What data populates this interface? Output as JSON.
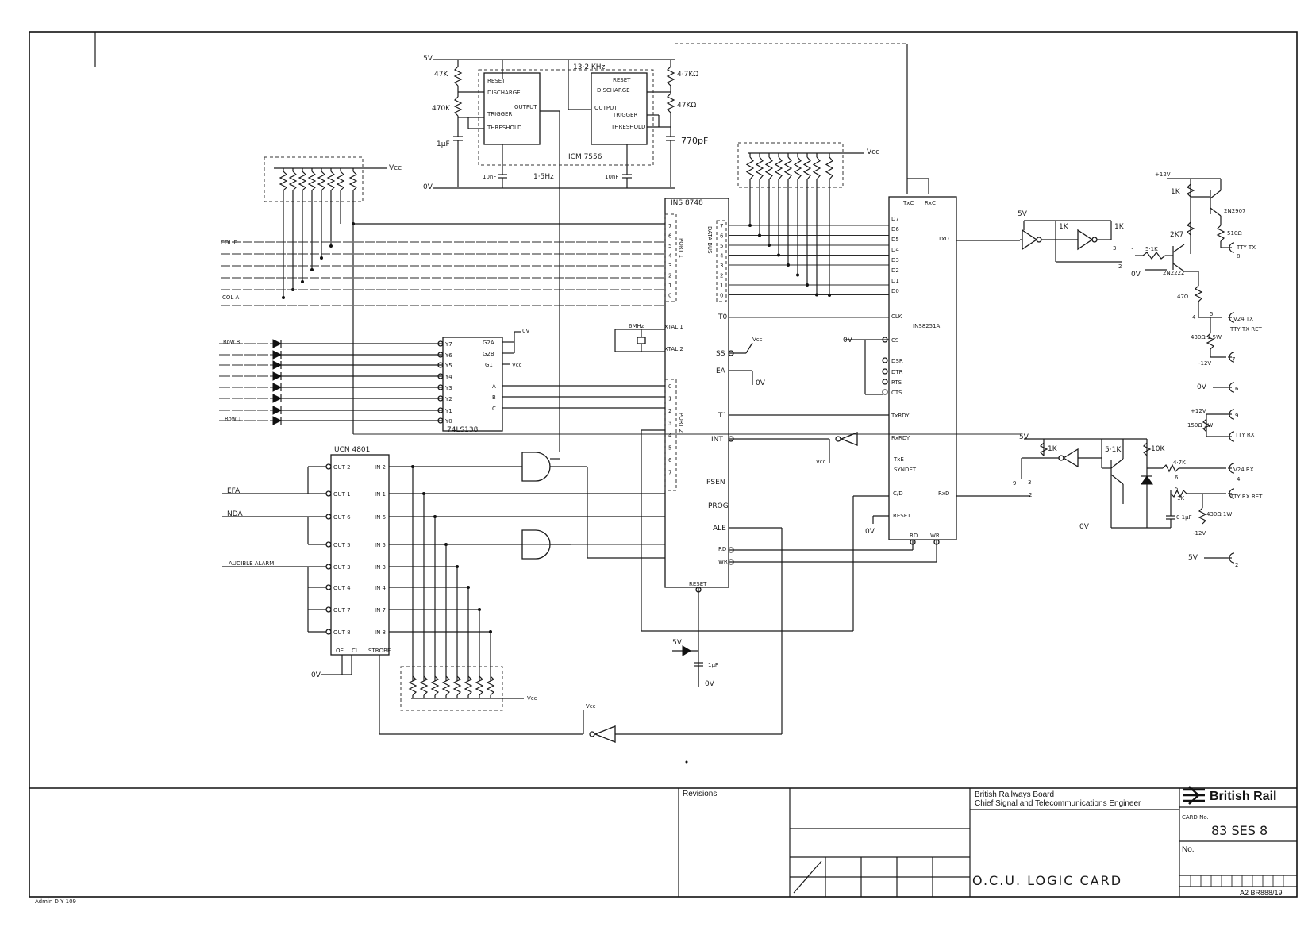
{
  "timer": {
    "supply": "5V",
    "ground": "0V",
    "r1": "47K",
    "r2": "470K",
    "c1": "1µF",
    "c2": "10nF",
    "freq1": "1·5Hz",
    "freq2": "13·2 KHz",
    "r3": "4·7KΩ",
    "r4": "47KΩ",
    "c3": "770pF",
    "c4": "10nF",
    "chip": "ICM 7556",
    "pins_a": [
      "RESET",
      "DISCHARGE",
      "TRIGGER",
      "THRESHOLD",
      "OUTPUT"
    ],
    "pins_b": [
      "RESET",
      "DISCHARGE",
      "OUTPUT",
      "TRIGGER",
      "THRESHOLD"
    ]
  },
  "keyboard": {
    "vcc": "Vcc",
    "col_f": "COL F",
    "col_a": "COL A",
    "row_8": "Row 8",
    "row_1": "Row 1"
  },
  "decoder": {
    "chip": "74LS138",
    "outputs": [
      "Y7",
      "Y6",
      "Y5",
      "Y4",
      "Y3",
      "Y2",
      "Y1",
      "Y0"
    ],
    "inputs": [
      "G2A",
      "G2B",
      "G1",
      "A",
      "B",
      "C"
    ],
    "g1_label": "Vcc",
    "g2_label": "0V"
  },
  "driver": {
    "chip": "UCN 4801",
    "outputs": [
      "OUT 2",
      "OUT 1",
      "OUT 6",
      "OUT 5",
      "OUT 3",
      "OUT 4",
      "OUT 7",
      "OUT 8"
    ],
    "inputs": [
      "IN 2",
      "IN 1",
      "IN 6",
      "IN 5",
      "IN 3",
      "IN 4",
      "IN 7",
      "IN 8"
    ],
    "bottom": [
      "OE",
      "CL",
      "STROBE"
    ],
    "efa": "EFA",
    "nda": "NDA",
    "alarm": "AUDIBLE ALARM",
    "ground": "0V",
    "vcc": "Vcc"
  },
  "mcu": {
    "chip": "INS 8748",
    "port1": "PORT 1",
    "port2": "PORT 2",
    "databus": "DATA BUS",
    "port_pins": [
      "7",
      "6",
      "5",
      "4",
      "3",
      "2",
      "1",
      "0"
    ],
    "pins": [
      "XTAL 1",
      "XTAL 2",
      "T0",
      "SS",
      "EA",
      "T1",
      "INT",
      "PSEN",
      "PROG",
      "ALE",
      "RD",
      "WR",
      "RESET"
    ],
    "crystal": "6MHz",
    "vcc": "Vcc",
    "ground": "0V",
    "reset_supply": "5V",
    "reset_cap": "1µF"
  },
  "usart": {
    "chip": "INS8251A",
    "data_pins": [
      "D7",
      "D6",
      "D5",
      "D4",
      "D3",
      "D2",
      "D1",
      "D0"
    ],
    "pins": [
      "TxC",
      "RxC",
      "TxD",
      "CLK",
      "CS",
      "DSR",
      "DTR",
      "RTS",
      "CTS",
      "TxRDY",
      "RxRDY",
      "TxE",
      "SYNDET",
      "C/D",
      "RESET",
      "RxD",
      "RD",
      "WR"
    ],
    "vcc": "Vcc",
    "ground": "0V"
  },
  "line_tx": {
    "supply": "5V",
    "r1": "1K",
    "r2": "1K",
    "r3": "1K",
    "r4": "2K7",
    "r5": "510Ω",
    "r6": "5·1K",
    "r7": "47Ω",
    "r8": "430Ω 1·5W",
    "t1": "2N2907",
    "t2": "2N2222",
    "plus12": "+12V",
    "minus12": "-12V",
    "ground": "0V",
    "tty_tx": "TTY TX",
    "v24_tx": "V24 TX",
    "tty_tx_ret": "TTY TX RET",
    "pins": [
      "1",
      "2",
      "3",
      "4",
      "5",
      "6",
      "7",
      "8"
    ]
  },
  "line_rx": {
    "supply": "5V",
    "r1": "1K",
    "r2": "5·1K",
    "r3": "10K",
    "r4": "4·7K",
    "r5": "1K",
    "r6": "430Ω 1W",
    "r7": "150Ω 1W",
    "cap": "0·1µF",
    "plus12": "+12V",
    "minus12": "-12V",
    "ground": "0V",
    "tty_rx": "TTY RX",
    "v24_rx": "V24 RX",
    "tty_rx_ret": "TTY RX RET",
    "ov_label": "0V",
    "five_v": "5V",
    "pins": [
      "9",
      "3",
      "4",
      "5",
      "6",
      "2"
    ]
  },
  "title_block": {
    "revisions": "Revisions",
    "board": "British Railways Board",
    "engineer": "Chief Signal and Telecommunications Engineer",
    "brand": "British Rail",
    "card_no_label": "CARD No.",
    "card_no": "83 SES 8",
    "no_label": "No.",
    "title": "O.C.U. LOGIC CARD",
    "form_ref": "A2 BR888/19",
    "admin_ref": "Admin D Y 109"
  }
}
